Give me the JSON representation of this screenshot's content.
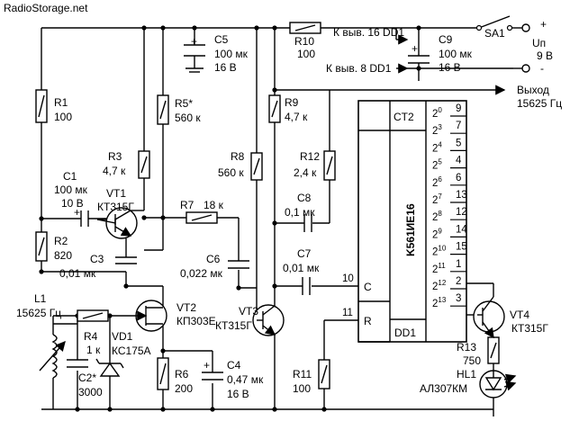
{
  "site": "RadioStorage.net",
  "ic": {
    "name": "K561ИЕ16",
    "func": "CT2",
    "ref": "DD1",
    "in_c": "C",
    "in_r": "R",
    "pin_c": "10",
    "pin_r": "11",
    "outputs": [
      {
        "exp": "0",
        "pin": "9"
      },
      {
        "exp": "3",
        "pin": "7"
      },
      {
        "exp": "4",
        "pin": "5"
      },
      {
        "exp": "5",
        "pin": "4"
      },
      {
        "exp": "6",
        "pin": "6"
      },
      {
        "exp": "7",
        "pin": "13"
      },
      {
        "exp": "8",
        "pin": "12"
      },
      {
        "exp": "9",
        "pin": "14"
      },
      {
        "exp": "10",
        "pin": "15"
      },
      {
        "exp": "11",
        "pin": "1"
      },
      {
        "exp": "12",
        "pin": "2"
      },
      {
        "exp": "13",
        "pin": "3"
      }
    ],
    "base": "2"
  },
  "parts": {
    "r1": {
      "ref": "R1",
      "val": "100"
    },
    "r2": {
      "ref": "R2",
      "val": "820"
    },
    "r3": {
      "ref": "R3",
      "val": "4,7 к"
    },
    "r4": {
      "ref": "R4",
      "val": "1 к"
    },
    "r5": {
      "ref": "R5*",
      "val": "560 к"
    },
    "r6": {
      "ref": "R6",
      "val": "200"
    },
    "r7": {
      "ref": "R7",
      "val": "18 к"
    },
    "r8": {
      "ref": "R8",
      "val": "560 к"
    },
    "r9": {
      "ref": "R9",
      "val": "4,7 к"
    },
    "r10": {
      "ref": "R10",
      "val": "100"
    },
    "r11": {
      "ref": "R11",
      "val": "100"
    },
    "r12": {
      "ref": "R12",
      "val": "2,4 к"
    },
    "r13": {
      "ref": "R13",
      "val": "750"
    },
    "c1": {
      "ref": "C1",
      "val": "100 мк",
      "volt": "10 В"
    },
    "c2": {
      "ref": "C2*",
      "val": "3000"
    },
    "c3": {
      "ref": "C3",
      "val": "0,01 мк"
    },
    "c4": {
      "ref": "C4",
      "val": "0,47 мк",
      "volt": "16 В"
    },
    "c5": {
      "ref": "C5",
      "val": "100 мк",
      "volt": "16 В"
    },
    "c6": {
      "ref": "C6",
      "val": "0,022 мк"
    },
    "c7": {
      "ref": "C7",
      "val": "0,01 мк"
    },
    "c8": {
      "ref": "C8",
      "val": "0,1 мк"
    },
    "c9": {
      "ref": "C9",
      "val": "100 мк",
      "volt": "16 В"
    },
    "vt1": {
      "ref": "VT1",
      "val": "КТ315Г"
    },
    "vt2": {
      "ref": "VT2",
      "val": "КП303Е"
    },
    "vt3": {
      "ref": "VT3",
      "val": "КТ315Г"
    },
    "vt4": {
      "ref": "VT4",
      "val": "КТ315Г"
    },
    "vd1": {
      "ref": "VD1",
      "val": "КС175А"
    },
    "l1": {
      "ref": "L1",
      "val": "15625 Гц"
    },
    "hl1": {
      "ref": "HL1",
      "val": "АЛ307КМ"
    },
    "sa1": {
      "ref": "SA1"
    }
  },
  "labels": {
    "to_pin16": "К выв. 16 DD1",
    "to_pin8": "К выв. 8 DD1",
    "supply": "Uп",
    "supply_val": "9 В",
    "plus": "+",
    "minus": "-",
    "out1": "Выход",
    "out2": "15625 Гц",
    "cap_plus": "+"
  }
}
